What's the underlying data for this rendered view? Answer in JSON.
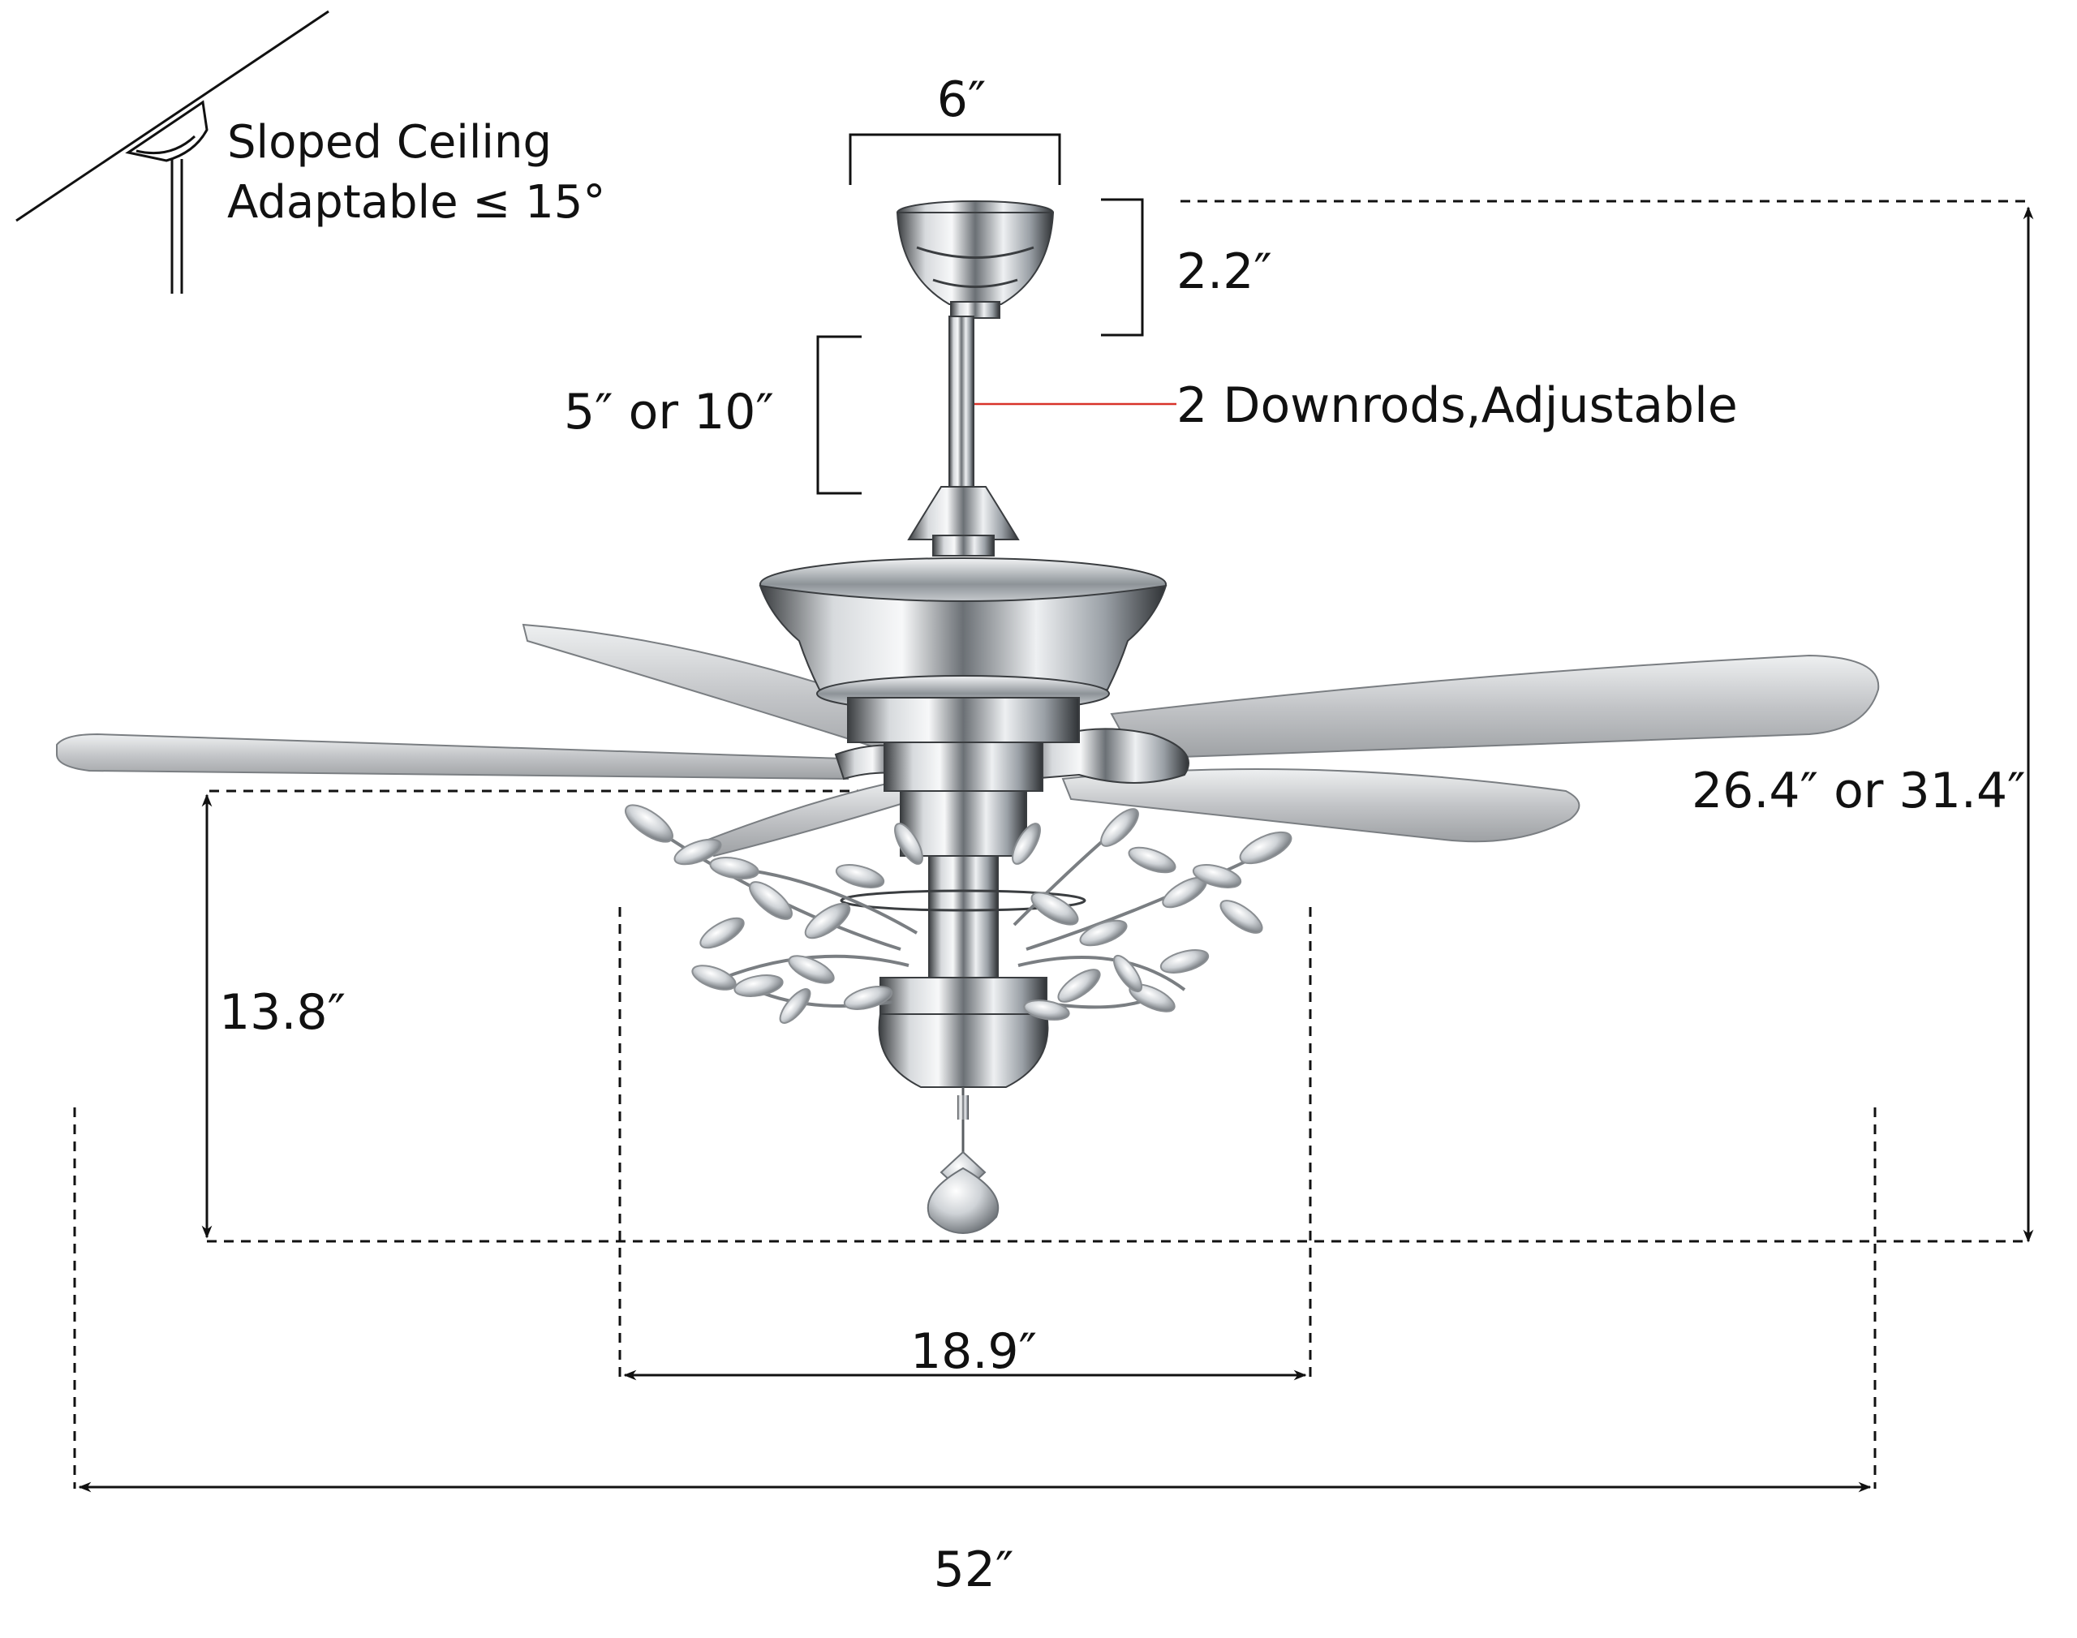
{
  "labels": {
    "sloped_ceiling_line1": "Sloped Ceiling",
    "sloped_ceiling_line2": "Adaptable ≤ 15°",
    "canopy_width": "6″",
    "canopy_height": "2.2″",
    "downrod_length": "5″ or 10″",
    "downrods_note": "2 Downrods,Adjustable",
    "total_height": "26.4″ or 31.4″",
    "light_height": "13.8″",
    "light_width": "18.9″",
    "blade_span": "52″"
  },
  "colors": {
    "dimension_line": "#111111",
    "chrome_light": "#e6e8ea",
    "chrome_mid": "#9aa0a6",
    "chrome_dark": "#3a3d40",
    "blade": "#c9cacc",
    "callout": "#d8322a"
  }
}
